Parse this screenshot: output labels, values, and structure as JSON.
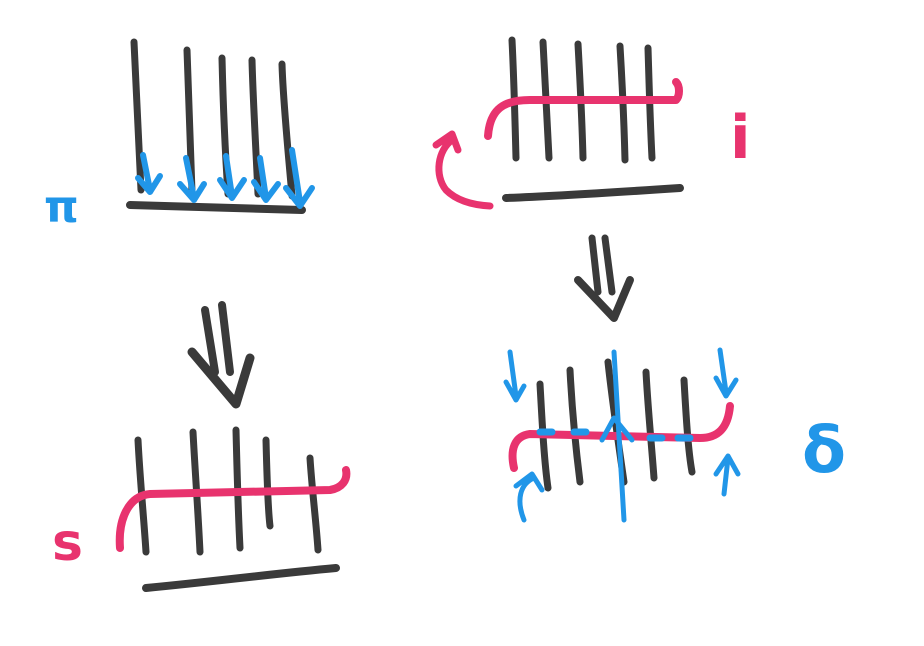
{
  "colors": {
    "strand": "#3a3a3a",
    "bar": "#3a3a3a",
    "pink_stroke": "#e8336e",
    "blue_stroke": "#2196e8",
    "background": "#ffffff"
  },
  "panels": [
    {
      "id": "top-left",
      "label": "π",
      "label_color": "#2196e8"
    },
    {
      "id": "top-right",
      "label": "i",
      "label_color": "#e8336e"
    },
    {
      "id": "bottom-left",
      "label": "s",
      "label_color": "#e8336e"
    },
    {
      "id": "bottom-right",
      "label": "δ",
      "label_color": "#2196e8"
    }
  ],
  "icons": {
    "arrow": "double-down-arrow-icon",
    "rotate": "curved-rotate-arrow-icon"
  }
}
